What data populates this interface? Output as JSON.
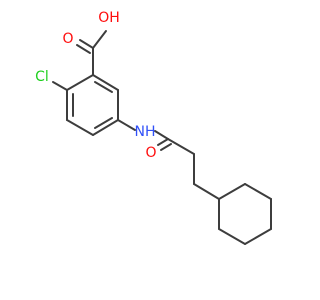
{
  "molecule": {
    "atoms": {
      "o_hydroxyl": {
        "label": "OH",
        "color": "#ff0d0d"
      },
      "o_carbonyl_acid": {
        "label": "O",
        "color": "#ff0d0d"
      },
      "cl": {
        "label": "Cl",
        "color": "#1fd01f"
      },
      "nh": {
        "label": "NH",
        "color": "#3050f8"
      },
      "o_amide": {
        "label": "O",
        "color": "#ff0d0d"
      }
    },
    "bond_color": "#3d3d3d"
  }
}
